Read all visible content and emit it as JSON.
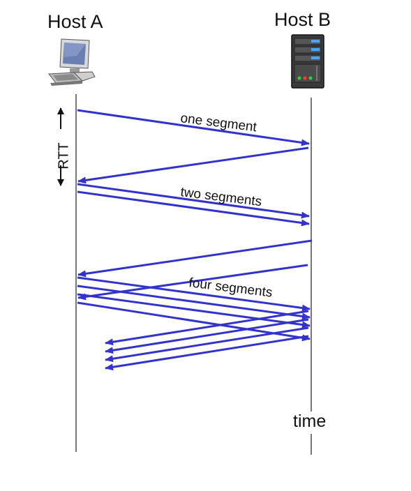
{
  "hosts": {
    "a_label": "Host A",
    "b_label": "Host B"
  },
  "rtt_label": "RTT",
  "time_label": "time",
  "segment_labels": {
    "one": "one segment",
    "two": "two segments",
    "four": "four segments"
  },
  "icons": {
    "host_a": "desktop-computer-icon",
    "host_b": "server-tower-icon"
  },
  "colors": {
    "arrow": "#3333cc",
    "timeline": "#777777",
    "text": "#111111"
  }
}
